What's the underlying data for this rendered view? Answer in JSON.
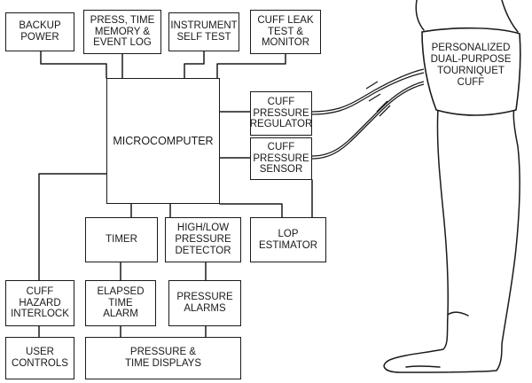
{
  "blocks": {
    "backup_power": "BACKUP\nPOWER",
    "press_time_memory": "PRESS, TIME\nMEMORY &\nEVENT LOG",
    "instrument_self_test": "INSTRUMENT\nSELF TEST",
    "cuff_leak_test": "CUFF LEAK\nTEST &\nMONITOR",
    "microcomputer": "MICROCOMPUTER",
    "cuff_pressure_regulator": "CUFF\nPRESSURE\nREGULATOR",
    "cuff_pressure_sensor": "CUFF\nPRESSURE\nSENSOR",
    "timer": "TIMER",
    "high_low_detector": "HIGH/LOW\nPRESSURE\nDETECTOR",
    "lop_estimator": "LOP\nESTIMATOR",
    "cuff_hazard_interlock": "CUFF\nHAZARD\nINTERLOCK",
    "elapsed_time_alarm": "ELAPSED\nTIME\nALARM",
    "pressure_alarms": "PRESSURE\nALARMS",
    "user_controls": "USER\nCONTROLS",
    "pressure_time_displays": "PRESSURE &\nTIME DISPLAYS"
  },
  "cuff_label": "PERSONALIZED\nDUAL-PURPOSE\nTOURNIQUET\nCUFF",
  "colors": {
    "line": "#1a1a1a",
    "background": "#ffffff"
  }
}
